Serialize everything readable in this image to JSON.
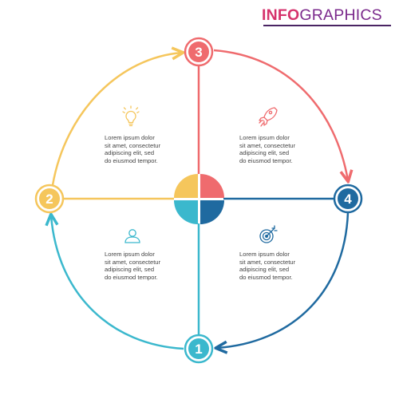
{
  "header": {
    "title_bold": "INFO",
    "title_light": "GRAPHICS"
  },
  "colors": {
    "step1": "#3bb8cd",
    "step2": "#f5c65c",
    "step3": "#ef6b6e",
    "step4": "#1f6aa0",
    "header_bold": "#d6336c",
    "header_light": "#7b2a8c"
  },
  "steps": [
    {
      "number": "1",
      "icon": "user-icon",
      "text": [
        "Lorem ipsum dolor",
        "sit amet, consectetur",
        "adipiscing elit, sed",
        "do eiusmod tempor."
      ]
    },
    {
      "number": "2",
      "icon": "lightbulb-icon",
      "text": [
        "Lorem ipsum dolor",
        "sit amet, consectetur",
        "adipiscing elit, sed",
        "do eiusmod tempor."
      ]
    },
    {
      "number": "3",
      "icon": "rocket-icon",
      "text": [
        "Lorem ipsum dolor",
        "sit amet, consectetur",
        "adipiscing elit, sed",
        "do eiusmod tempor."
      ]
    },
    {
      "number": "4",
      "icon": "target-icon",
      "text": [
        "Lorem ipsum dolor",
        "sit amet, consectetur",
        "adipiscing elit, sed",
        "do eiusmod tempor."
      ]
    }
  ]
}
